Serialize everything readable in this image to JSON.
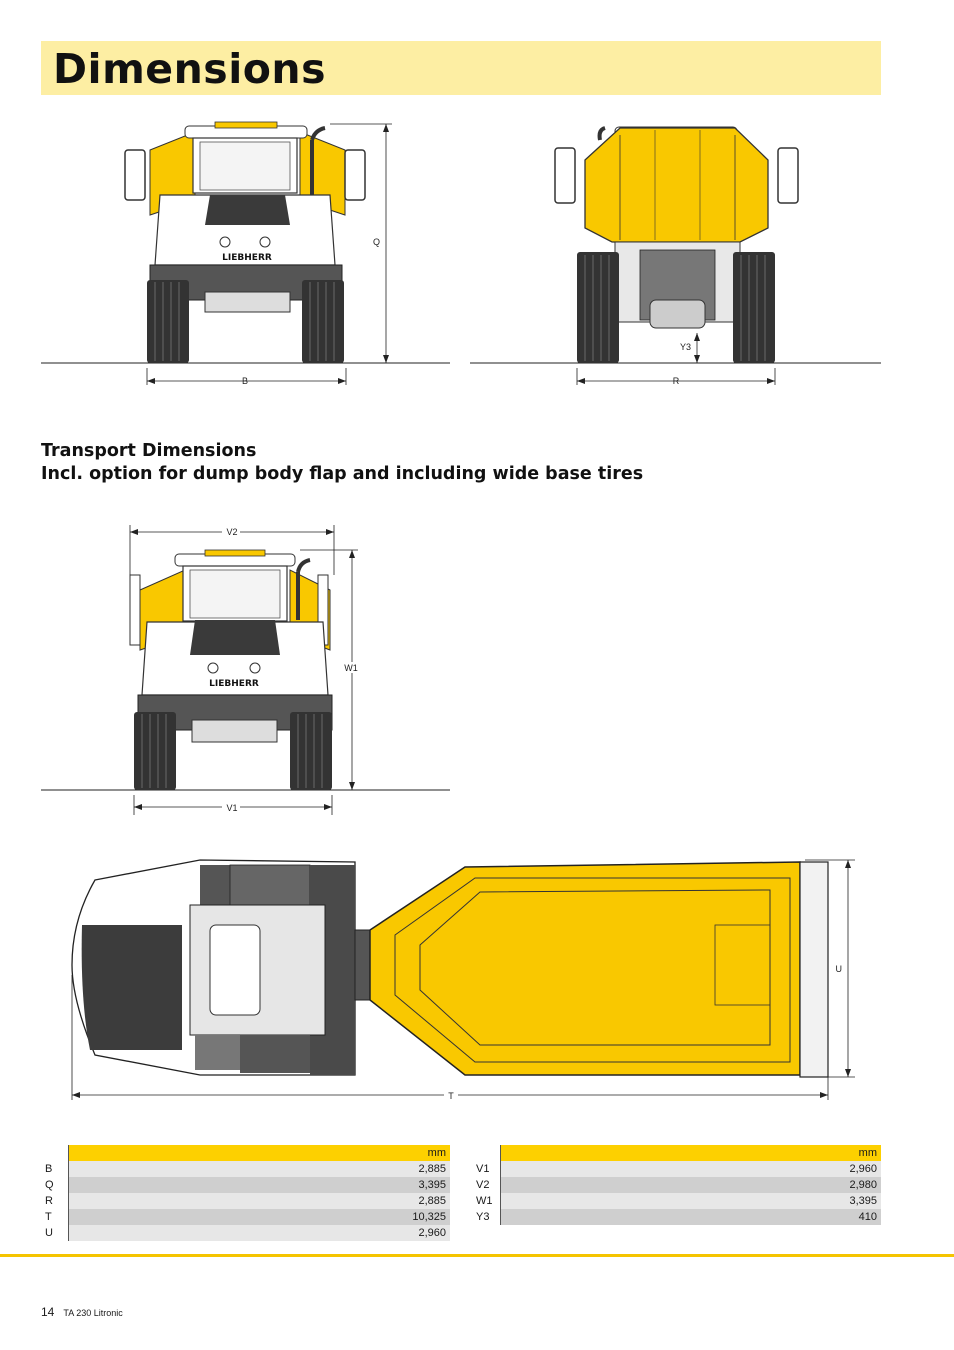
{
  "page": {
    "title": "Dimensions",
    "subheading_line1": "Transport Dimensions",
    "subheading_line2": "Incl. option for dump body flap and including wide base tires"
  },
  "drawing_labels": {
    "B": "B",
    "Q": "Q",
    "R": "R",
    "Y3": "Y3",
    "V1": "V1",
    "V2": "V2",
    "W1": "W1",
    "T": "T",
    "U": "U",
    "brand": "LIEBHERR"
  },
  "colors": {
    "accent_yellow": "#fdd000",
    "title_band": "#fdeea3",
    "body_yellow": "#f9c800"
  },
  "table_left": {
    "unit": "mm",
    "rows": [
      {
        "key": "B",
        "value": "2,885"
      },
      {
        "key": "Q",
        "value": "3,395"
      },
      {
        "key": "R",
        "value": "2,885"
      },
      {
        "key": "T",
        "value": "10,325"
      },
      {
        "key": "U",
        "value": "2,960"
      }
    ]
  },
  "table_right": {
    "unit": "mm",
    "rows": [
      {
        "key": "V1",
        "value": "2,960"
      },
      {
        "key": "V2",
        "value": "2,980"
      },
      {
        "key": "W1",
        "value": "3,395"
      },
      {
        "key": "Y3",
        "value": "410"
      }
    ]
  },
  "footer": {
    "page_number": "14",
    "document": "TA 230 Litronic"
  }
}
